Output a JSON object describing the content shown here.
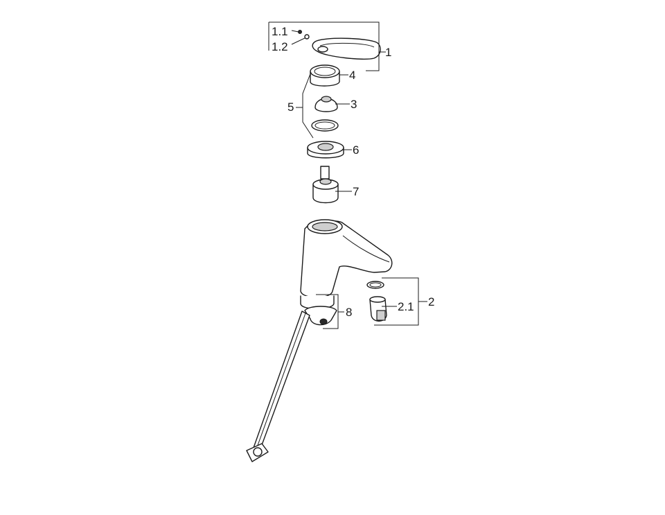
{
  "callouts": {
    "c1": "1",
    "c1_1": "1.1",
    "c1_2": "1.2",
    "c2": "2",
    "c2_1": "2.1",
    "c3": "3",
    "c4": "4",
    "c5": "5",
    "c6": "6",
    "c7": "7",
    "c8": "8"
  }
}
